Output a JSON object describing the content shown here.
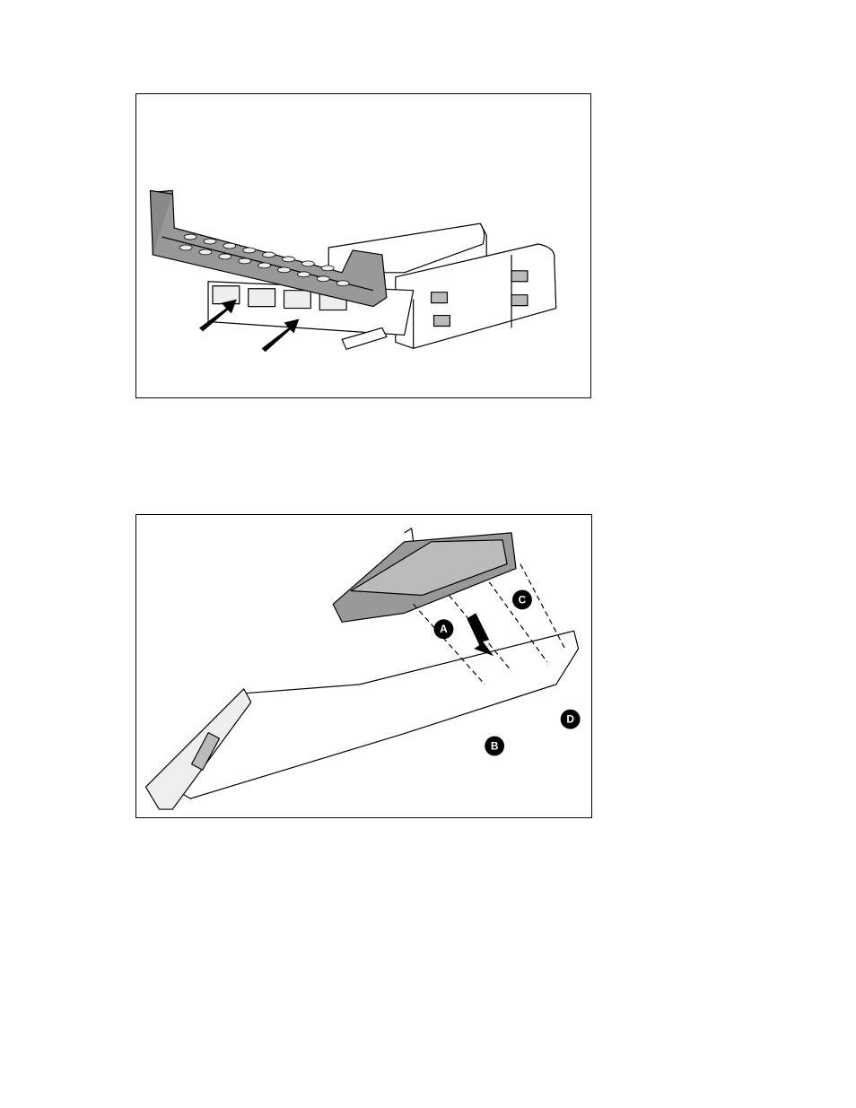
{
  "figures": [
    {
      "callouts": []
    },
    {
      "callouts": [
        {
          "letter": "A"
        },
        {
          "letter": "B"
        },
        {
          "letter": "C"
        },
        {
          "letter": "D"
        }
      ]
    }
  ]
}
